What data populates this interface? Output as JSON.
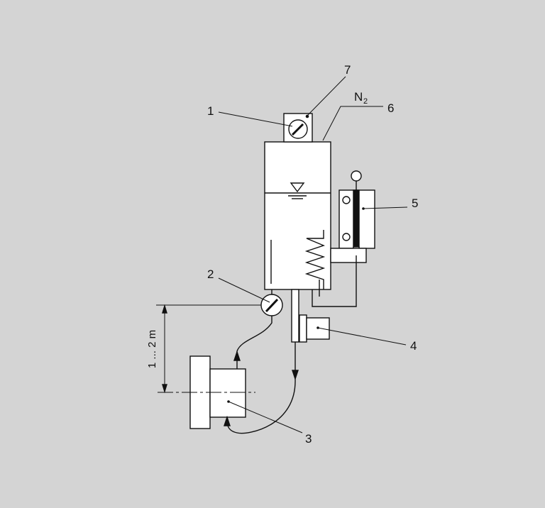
{
  "callouts": {
    "c1": "1",
    "c2": "2",
    "c3": "3",
    "c4": "4",
    "c5": "5",
    "c6": "6",
    "c7": "7"
  },
  "gas": {
    "symbol": "N",
    "subscript": "2"
  },
  "dimension": {
    "label": "1 ... 2 m"
  },
  "colors": {
    "background": "#d4d4d4",
    "line": "#111111",
    "fill": "#ffffff"
  }
}
